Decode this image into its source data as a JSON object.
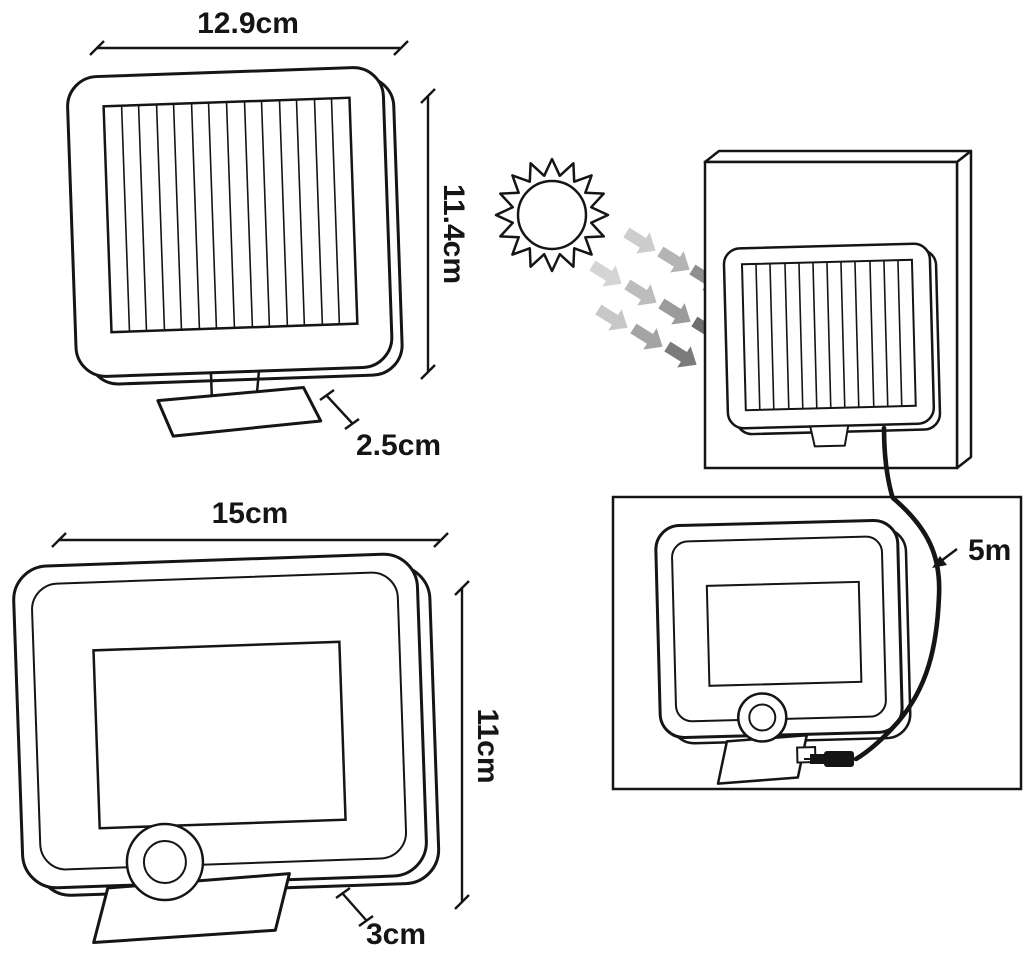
{
  "colors": {
    "ink": "#151515",
    "arrow_light": "#d4d4d4",
    "arrow_dark": "#6e6e6e"
  },
  "solar_panel": {
    "width": "12.9cm",
    "height": "11.4cm",
    "base_depth": "2.5cm"
  },
  "flood_light": {
    "width": "15cm",
    "height": "11cm",
    "base_depth": "3cm"
  },
  "installation": {
    "cable_length": "5m"
  }
}
